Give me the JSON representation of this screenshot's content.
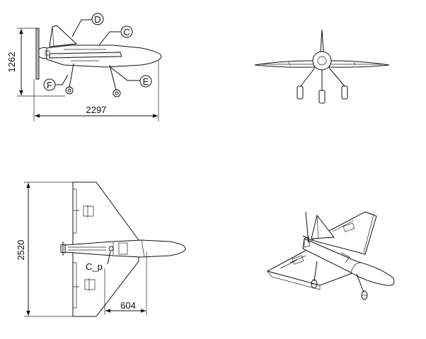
{
  "dimensions": {
    "side_height": "1262",
    "side_length": "2297",
    "top_span": "2520",
    "top_offset": "604"
  },
  "callouts": {
    "d": "D",
    "c": "C",
    "e": "E",
    "f": "F",
    "c_p": "C_p"
  }
}
